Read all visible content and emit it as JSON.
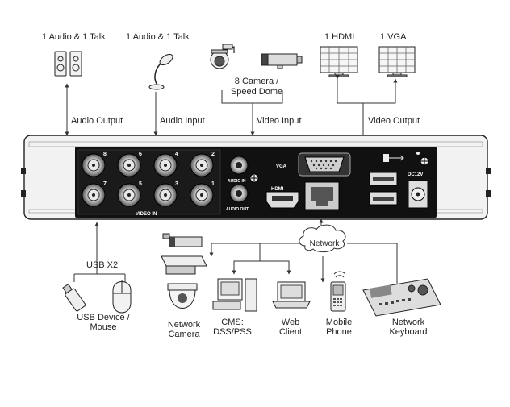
{
  "top_labels": {
    "audio_out_devices": "1 Audio & 1 Talk",
    "audio_in_devices": "1 Audio & 1 Talk",
    "cameras": "8 Camera /",
    "cameras_line2": "Speed Dome",
    "hdmi_monitor": "1 HDMI",
    "vga_monitor": "1 VGA"
  },
  "connection_labels": {
    "audio_output": "Audio  Output",
    "audio_input": "Audio  Input",
    "video_input": "Video Input",
    "video_output": "Video Output"
  },
  "panel": {
    "video_in": "VIDEO IN",
    "vga": "VGA",
    "audio_in": "AUDIO IN",
    "audio_out": "AUDIO OUT",
    "hdmi": "HDMI",
    "dc": "DC12V",
    "bnc_top_numbers": [
      "8",
      "6",
      "4",
      "2"
    ],
    "bnc_bottom_numbers": [
      "7",
      "5",
      "3",
      "1"
    ]
  },
  "bottom": {
    "usb": "USB X2",
    "usb_device": "USB Device /",
    "usb_device_line2": "Mouse",
    "network": "Network",
    "network_camera": "Network",
    "network_camera_line2": "Camera",
    "cms": "CMS:",
    "cms_line2": "DSS/PSS",
    "web_client": "Web",
    "web_client_line2": "Client",
    "mobile_phone": "Mobile",
    "mobile_phone_line2": "Phone",
    "network_keyboard": "Network",
    "network_keyboard_line2": "Keyboard"
  },
  "colors": {
    "line": "#333333",
    "device_body": "#f4f4f4",
    "panel_dark": "#111111"
  }
}
